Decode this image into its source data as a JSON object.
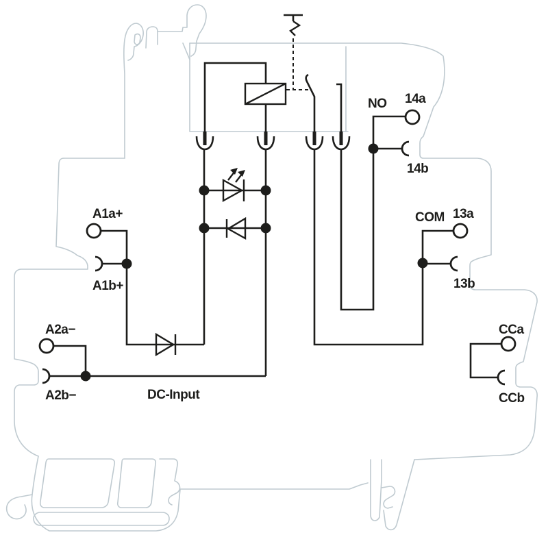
{
  "diagram": {
    "description": "Wiring schematic of a pluggable relay module on a DIN-rail terminal block housing outline",
    "colors": {
      "circuit": "#1d1d1b",
      "housing_outline": "#bfcad0",
      "background": "#ffffff"
    },
    "labels": {
      "a1a": "A1a+",
      "a1b": "A1b+",
      "a2a": "A2a−",
      "a2b": "A2b−",
      "dc_input": "DC-Input",
      "no": "NO",
      "t14a": "14a",
      "t14b": "14b",
      "com": "COM",
      "t13a": "13a",
      "t13b": "13b",
      "cca": "CCa",
      "ccb": "CCb"
    },
    "components": [
      "relay-coil",
      "normally-open-contact",
      "manual-test-actuator",
      "led-indicator",
      "reverse-diode",
      "series-input-diode",
      "plug-in-contact-1",
      "plug-in-contact-2",
      "plug-in-contact-3",
      "plug-in-contact-4"
    ]
  }
}
